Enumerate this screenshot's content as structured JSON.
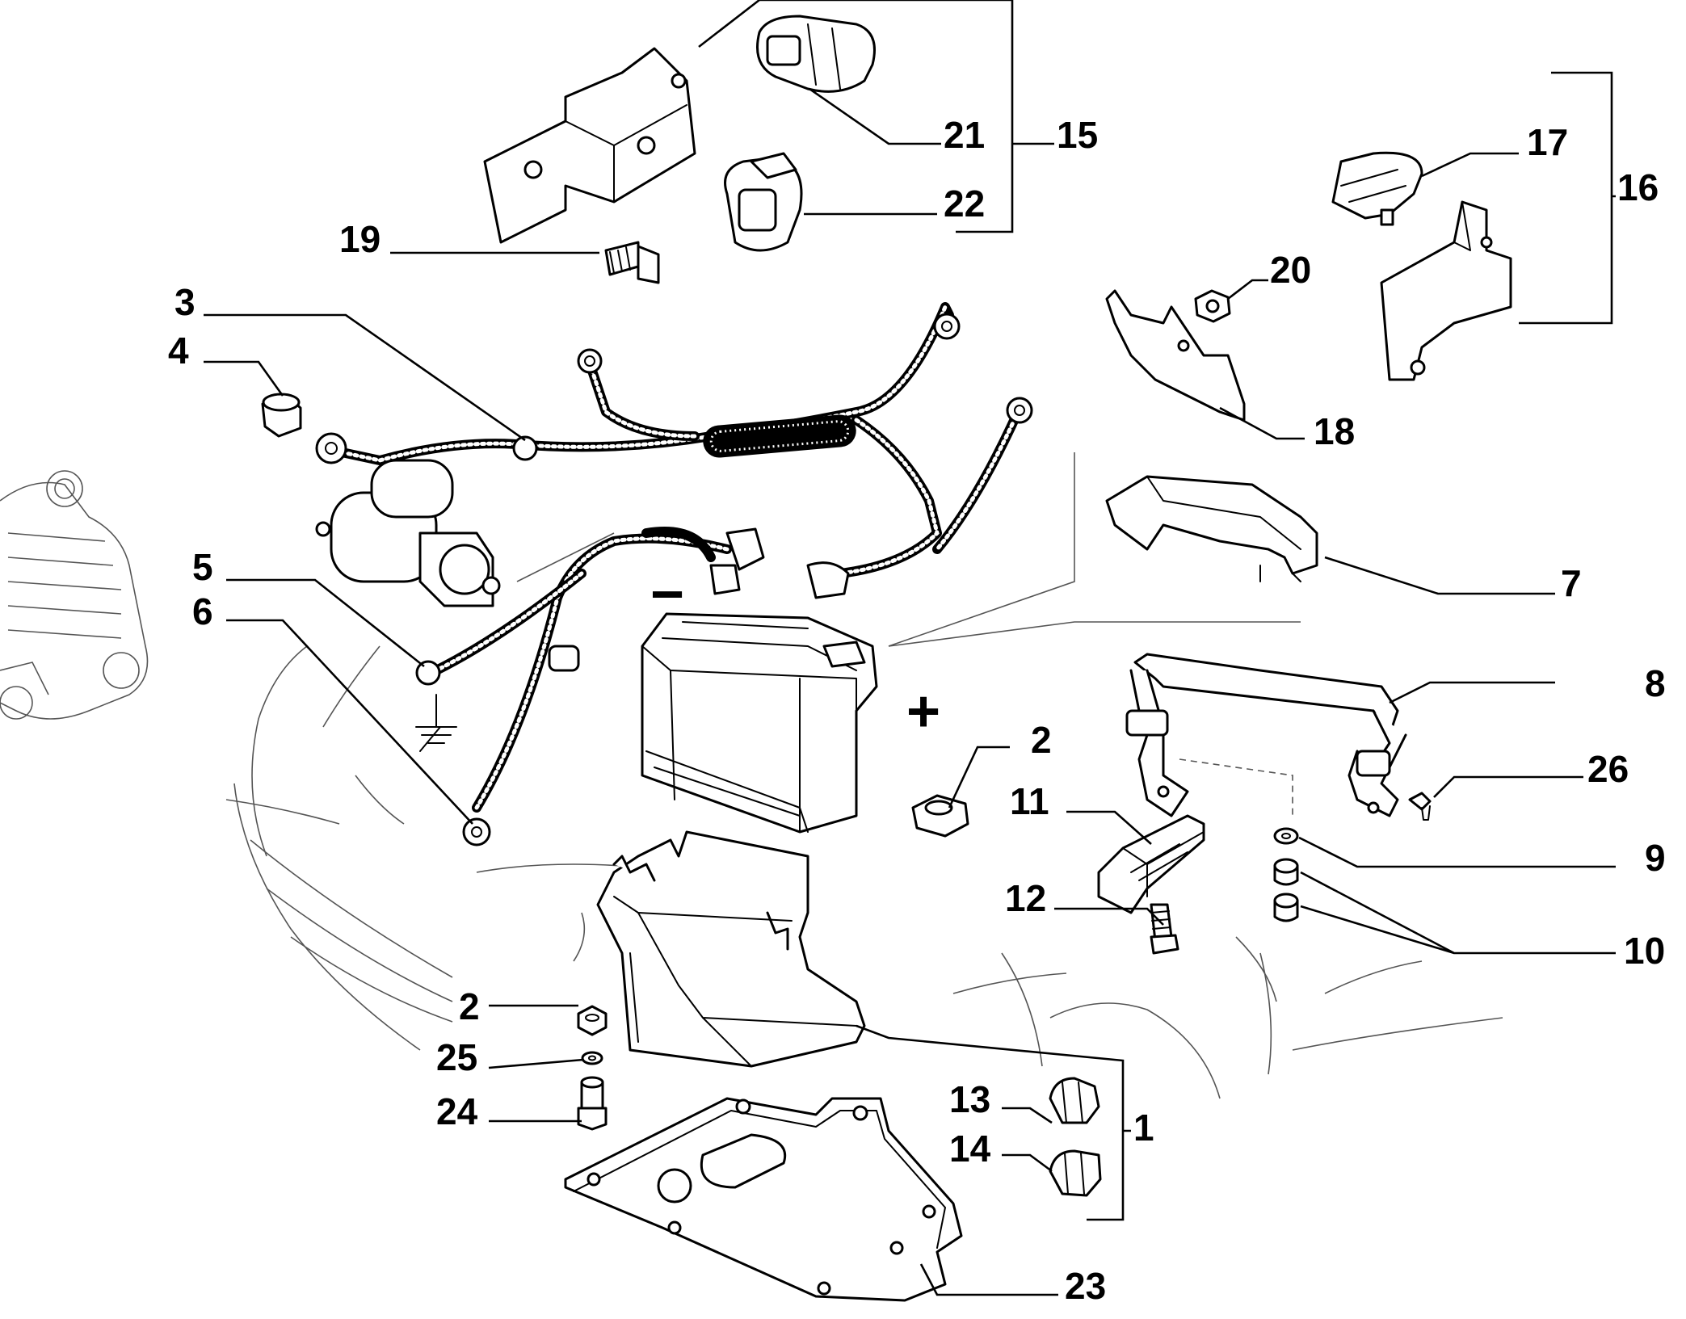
{
  "callouts": [
    {
      "id": "c21",
      "label": "21"
    },
    {
      "id": "c15",
      "label": "15"
    },
    {
      "id": "c22",
      "label": "22"
    },
    {
      "id": "c19",
      "label": "19"
    },
    {
      "id": "c17",
      "label": "17"
    },
    {
      "id": "c16",
      "label": "16"
    },
    {
      "id": "c20",
      "label": "20"
    },
    {
      "id": "c18",
      "label": "18"
    },
    {
      "id": "c3",
      "label": "3"
    },
    {
      "id": "c4",
      "label": "4"
    },
    {
      "id": "c5",
      "label": "5"
    },
    {
      "id": "c6",
      "label": "6"
    },
    {
      "id": "c7",
      "label": "7"
    },
    {
      "id": "c8",
      "label": "8"
    },
    {
      "id": "c2a",
      "label": "2"
    },
    {
      "id": "c26",
      "label": "26"
    },
    {
      "id": "c11",
      "label": "11"
    },
    {
      "id": "c9",
      "label": "9"
    },
    {
      "id": "c12",
      "label": "12"
    },
    {
      "id": "c10",
      "label": "10"
    },
    {
      "id": "c2b",
      "label": "2"
    },
    {
      "id": "c25",
      "label": "25"
    },
    {
      "id": "c24",
      "label": "24"
    },
    {
      "id": "c13",
      "label": "13"
    },
    {
      "id": "c14",
      "label": "14"
    },
    {
      "id": "c1",
      "label": "1"
    },
    {
      "id": "c23",
      "label": "23"
    }
  ],
  "symbols": {
    "minus": "−",
    "plus": "+"
  }
}
